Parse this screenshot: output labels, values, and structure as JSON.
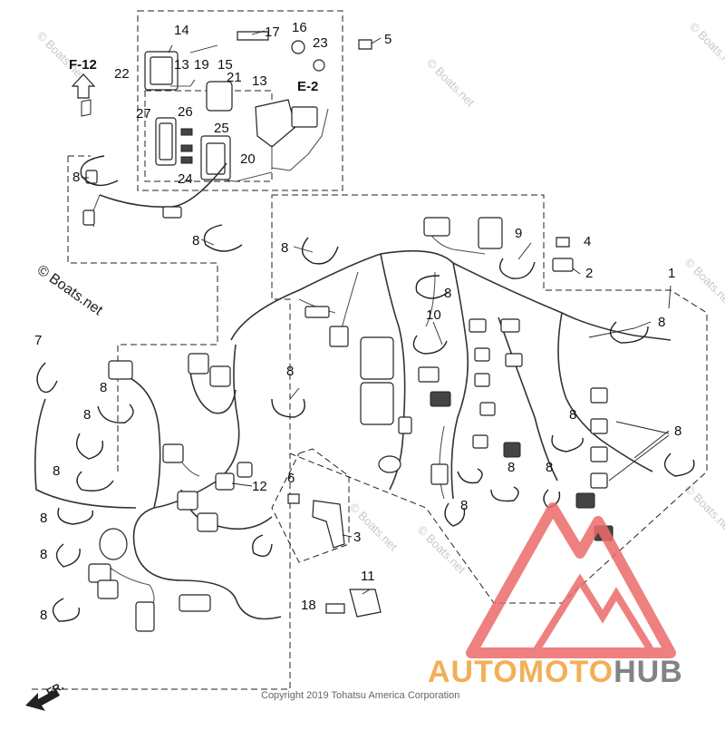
{
  "diagram": {
    "part_numbers": [
      "1",
      "2",
      "3",
      "4",
      "5",
      "6",
      "7",
      "8",
      "9",
      "10",
      "11",
      "12",
      "13",
      "14",
      "15",
      "16",
      "17",
      "18",
      "19",
      "20",
      "21",
      "22",
      "23",
      "24",
      "25",
      "26",
      "27"
    ],
    "callouts": {
      "f12": "F-12",
      "e2": "E-2",
      "fr": "FR."
    },
    "watermark": "© Boats.net",
    "copyright": "Copyright 2019 Tohatsu America Corporation",
    "brand": {
      "part1": "AUTOMOTO",
      "part2": "HUB"
    },
    "colors": {
      "brand_orange": "#f2a23a",
      "brand_red": "#e23d3d",
      "brand_gray": "#6e6e6e",
      "logo_red": "#ec6b6b"
    }
  }
}
